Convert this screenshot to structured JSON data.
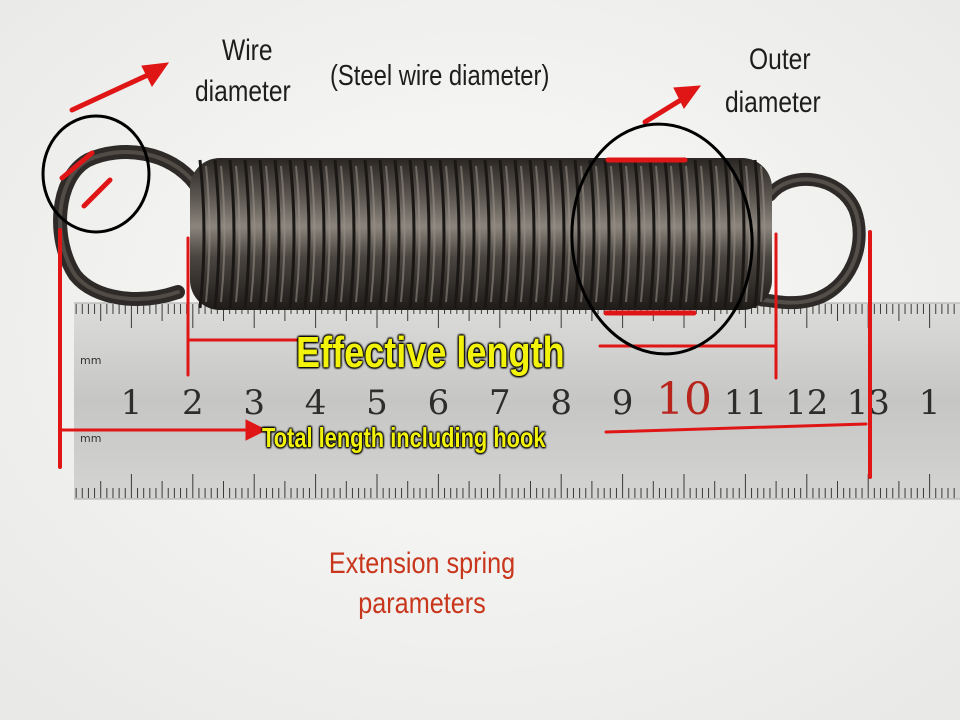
{
  "labels": {
    "wire_line1": "Wire",
    "wire_line2": "diameter",
    "steel_wire": "(Steel wire diameter)",
    "outer_line1": "Outer",
    "outer_line2": "diameter",
    "effective_length": "Effective length",
    "total_length": "Total length including hook",
    "caption_line1": "Extension spring",
    "caption_line2": "parameters"
  },
  "ruler": {
    "unit_upper": "mm",
    "unit_lower": "mm",
    "numbers": [
      "1",
      "2",
      "3",
      "4",
      "5",
      "6",
      "7",
      "8",
      "9",
      "10",
      "11",
      "12",
      "13",
      "1"
    ]
  },
  "colors": {
    "annotation_red": "#e01616",
    "highlight_yellow": "#f2f20a",
    "caption_red": "#c8361b",
    "spring_steel": "#3a3530",
    "ruler_metal": "#c9c9c7"
  }
}
